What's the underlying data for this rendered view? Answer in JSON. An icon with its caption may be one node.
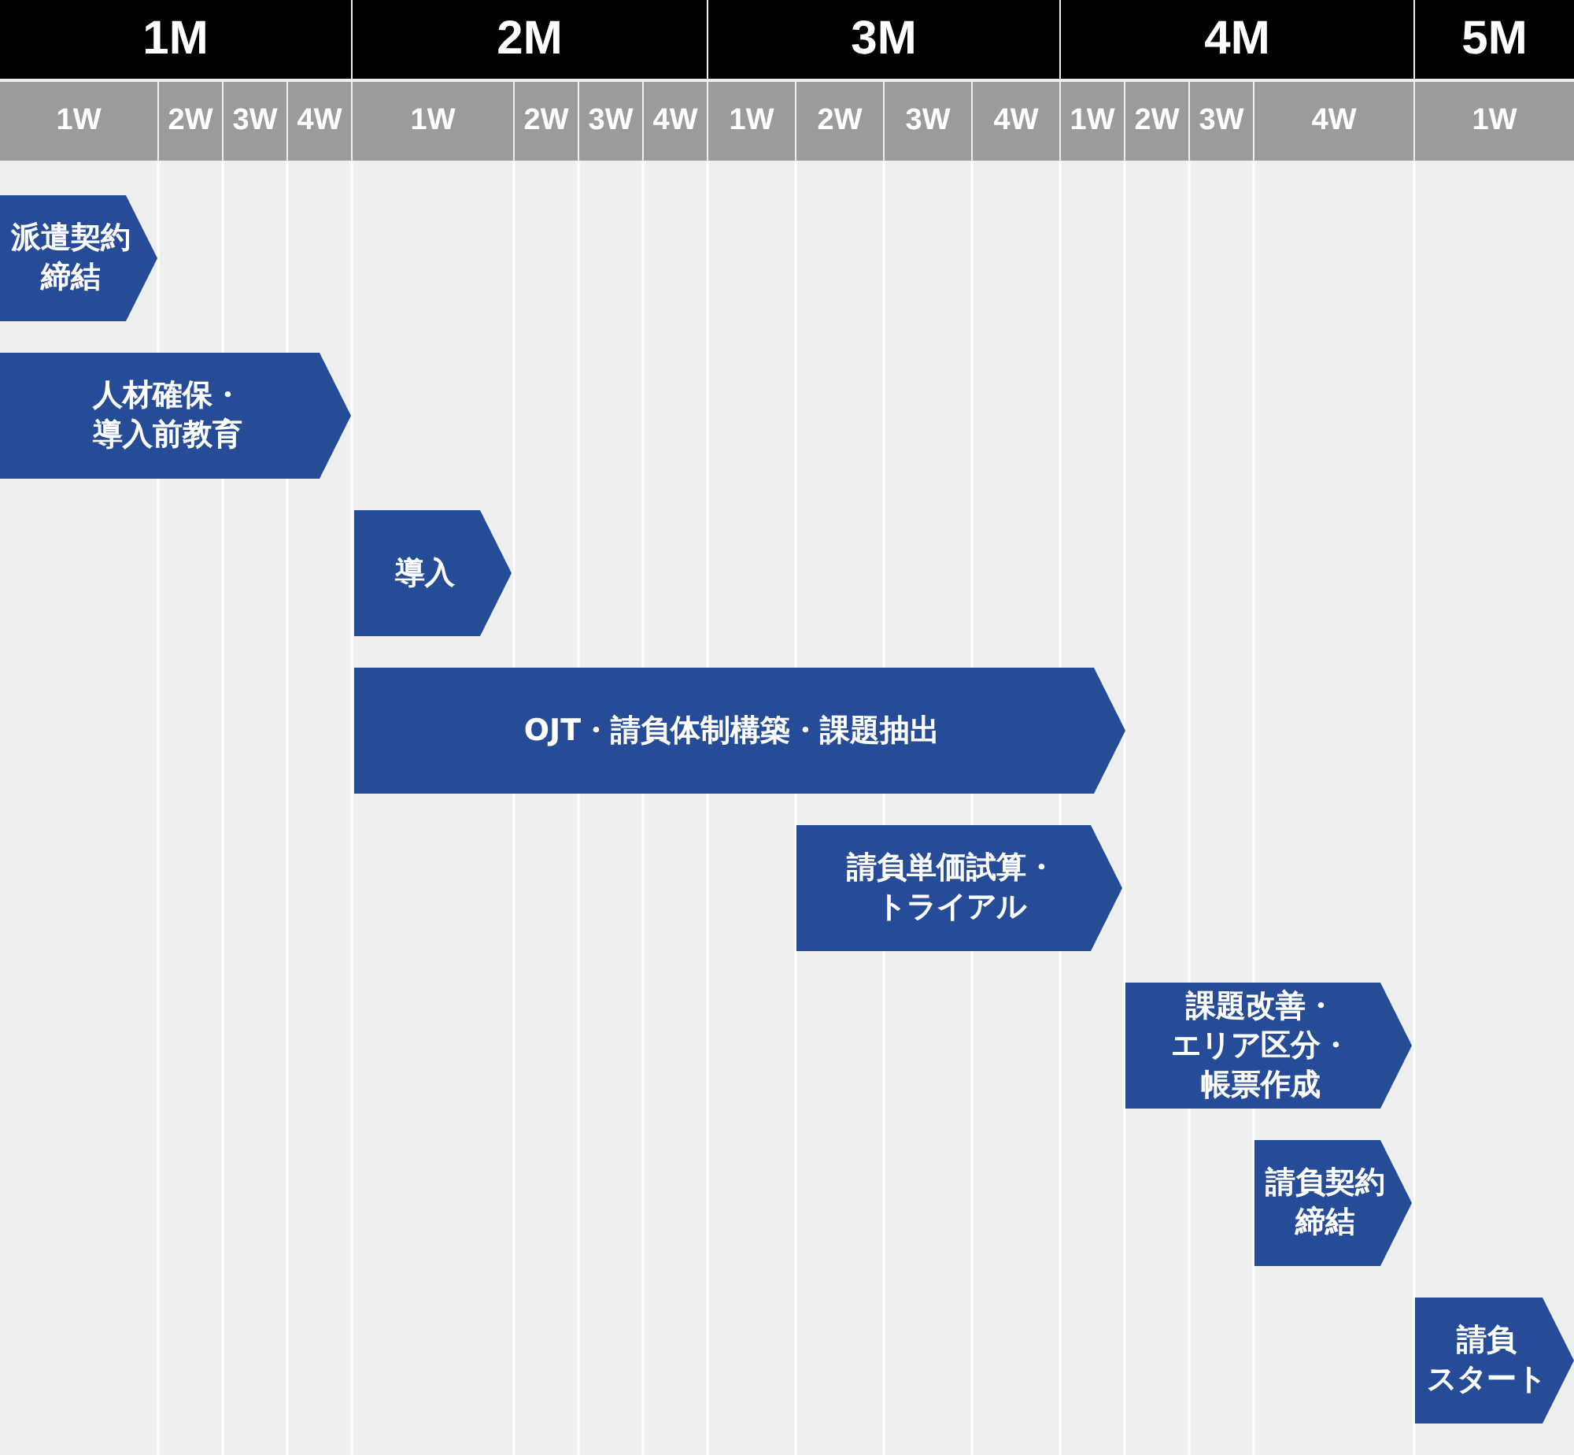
{
  "diagram": {
    "nodes": [
      {
        "text": [
          "派遣契約締結"
        ]
      },
      {
        "text": [
          "人材確保・導入前教育"
        ]
      },
      {
        "text": [
          "導入"
        ]
      },
      {
        "text": [
          "OJT・請負体制構築・課題抽出"
        ]
      },
      {
        "text": [
          "請負単価試算・トライアル"
        ]
      },
      {
        "text": [
          "課題改善・エリア区分・帳票作成"
        ]
      },
      {
        "text": [
          "請負契約締結"
        ]
      },
      {
        "text": [
          "請負スタート"
        ]
      }
    ],
    "labels": [
      "1M",
      "2M",
      "3M",
      "4M",
      "5M",
      "1W",
      "2W",
      "3W",
      "4W",
      "1W",
      "2W",
      "3W",
      "4W",
      "1W",
      "2W",
      "3W",
      "4W",
      "1W",
      "2W",
      "3W",
      "4W",
      "1W"
    ]
  }
}
